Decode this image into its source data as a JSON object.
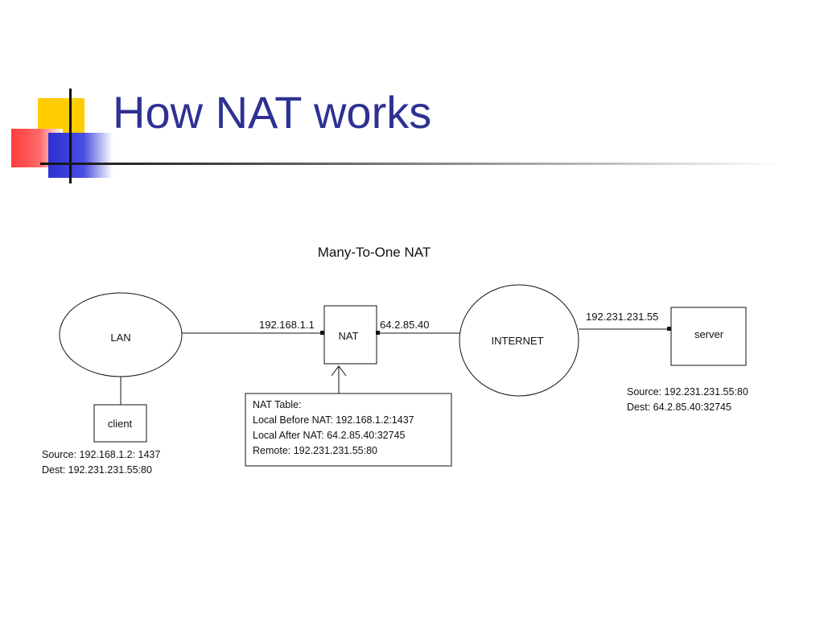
{
  "title": "How NAT works",
  "diagram": {
    "heading": "Many-To-One NAT",
    "lan_label": "LAN",
    "client_label": "client",
    "client_source": "Source: 192.168.1.2: 1437",
    "client_dest": "Dest: 192.231.231.55:80",
    "nat_label": "NAT",
    "nat_inside_ip": "192.168.1.1",
    "nat_outside_ip": "64.2.85.40",
    "internet_label": "INTERNET",
    "server_ip": "192.231.231.55",
    "server_label": "server",
    "server_source": "Source: 192.231.231.55:80",
    "server_dest": "Dest: 64.2.85.40:32745",
    "nat_table_title": "NAT Table:",
    "nat_table_lines": [
      "Local Before NAT: 192.168.1.2:1437",
      "Local After NAT: 64.2.85.40:32745",
      "Remote: 192.231.231.55:80"
    ]
  }
}
